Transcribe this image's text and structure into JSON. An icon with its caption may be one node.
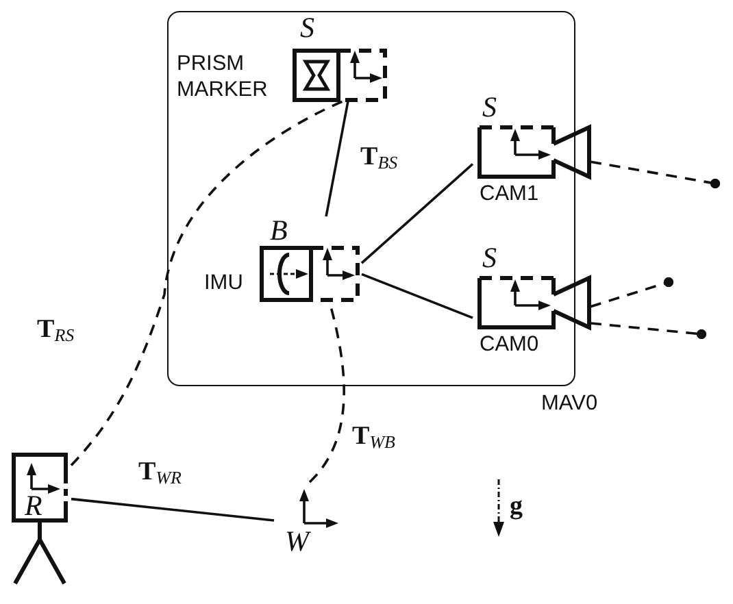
{
  "diagram": {
    "nodes": [
      {
        "text": [
          "MAV0"
        ]
      },
      {
        "text": [
          "S",
          "PRISM MARKER"
        ],
        "in": 0
      },
      {
        "text": [
          "B",
          "IMU"
        ],
        "in": 0
      },
      {
        "text": [
          "S",
          "CAM1"
        ],
        "in": 0
      },
      {
        "text": [
          "S",
          "CAM0"
        ],
        "in": 0
      },
      {
        "text": [
          "R"
        ]
      },
      {
        "text": [
          "W"
        ]
      }
    ],
    "edges": [
      {
        "from": 2,
        "to": 1,
        "arrow": "none",
        "label": "**T**$_{BS}$"
      },
      {
        "from": 2,
        "to": 3,
        "arrow": "none"
      },
      {
        "from": 2,
        "to": 4,
        "arrow": "none"
      },
      {
        "from": 5,
        "to": 1,
        "arrow": "none",
        "style": "dashed",
        "label": "**T**$_{RS}$"
      },
      {
        "from": 6,
        "to": 2,
        "arrow": "none",
        "style": "dashed",
        "label": "**T**$_{WB}$"
      },
      {
        "from": 5,
        "to": 6,
        "arrow": "none",
        "label": "**T**$_{WR}$"
      },
      {
        "from": 3,
        "to": null,
        "arrow": "other",
        "style": "dashed"
      },
      {
        "from": 4,
        "to": null,
        "arrow": "other",
        "style": "dashed"
      },
      {
        "from": 4,
        "to": null,
        "arrow": "other",
        "style": "dashed"
      }
    ],
    "labels": [
      "g"
    ]
  }
}
